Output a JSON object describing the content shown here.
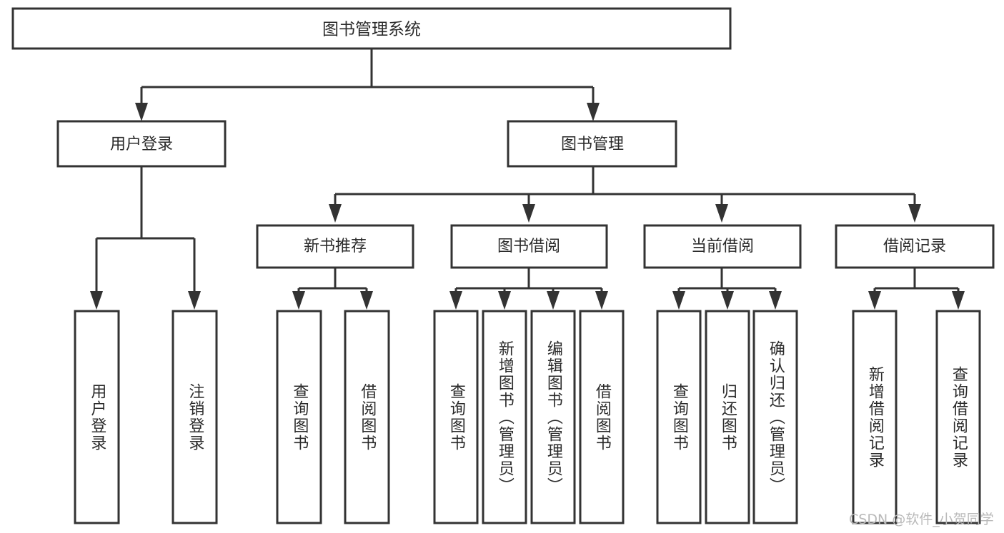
{
  "diagram": {
    "title": "图书管理系统",
    "type": "hierarchy-tree",
    "colors": {
      "box_stroke": "#333333",
      "box_fill": "#ffffff",
      "text": "#2b2b2b",
      "connector": "#333333",
      "background": "#ffffff",
      "watermark": "#b9b9b9"
    },
    "levels": {
      "root": {
        "label": "图书管理系统"
      },
      "level2": [
        {
          "label": "用户登录"
        },
        {
          "label": "图书管理"
        }
      ],
      "level3": [
        {
          "label": "新书推荐"
        },
        {
          "label": "图书借阅"
        },
        {
          "label": "当前借阅"
        },
        {
          "label": "借阅记录"
        }
      ],
      "leaves": [
        {
          "label": "用户登录",
          "parent": "用户登录"
        },
        {
          "label": "注销登录",
          "parent": "用户登录"
        },
        {
          "label": "查询图书",
          "parent": "新书推荐"
        },
        {
          "label": "借阅图书",
          "parent": "新书推荐"
        },
        {
          "label": "查询图书",
          "parent": "图书借阅"
        },
        {
          "label": "新增图书（管理员）",
          "parent": "图书借阅"
        },
        {
          "label": "编辑图书（管理员）",
          "parent": "图书借阅"
        },
        {
          "label": "借阅图书",
          "parent": "图书借阅"
        },
        {
          "label": "查询图书",
          "parent": "当前借阅"
        },
        {
          "label": "归还图书",
          "parent": "当前借阅"
        },
        {
          "label": "确认归还（管理员）",
          "parent": "当前借阅"
        },
        {
          "label": "新增借阅记录",
          "parent": "借阅记录"
        },
        {
          "label": "查询借阅记录",
          "parent": "借阅记录"
        }
      ]
    }
  },
  "watermark": {
    "text": "CSDN @软件_小贺同学"
  }
}
